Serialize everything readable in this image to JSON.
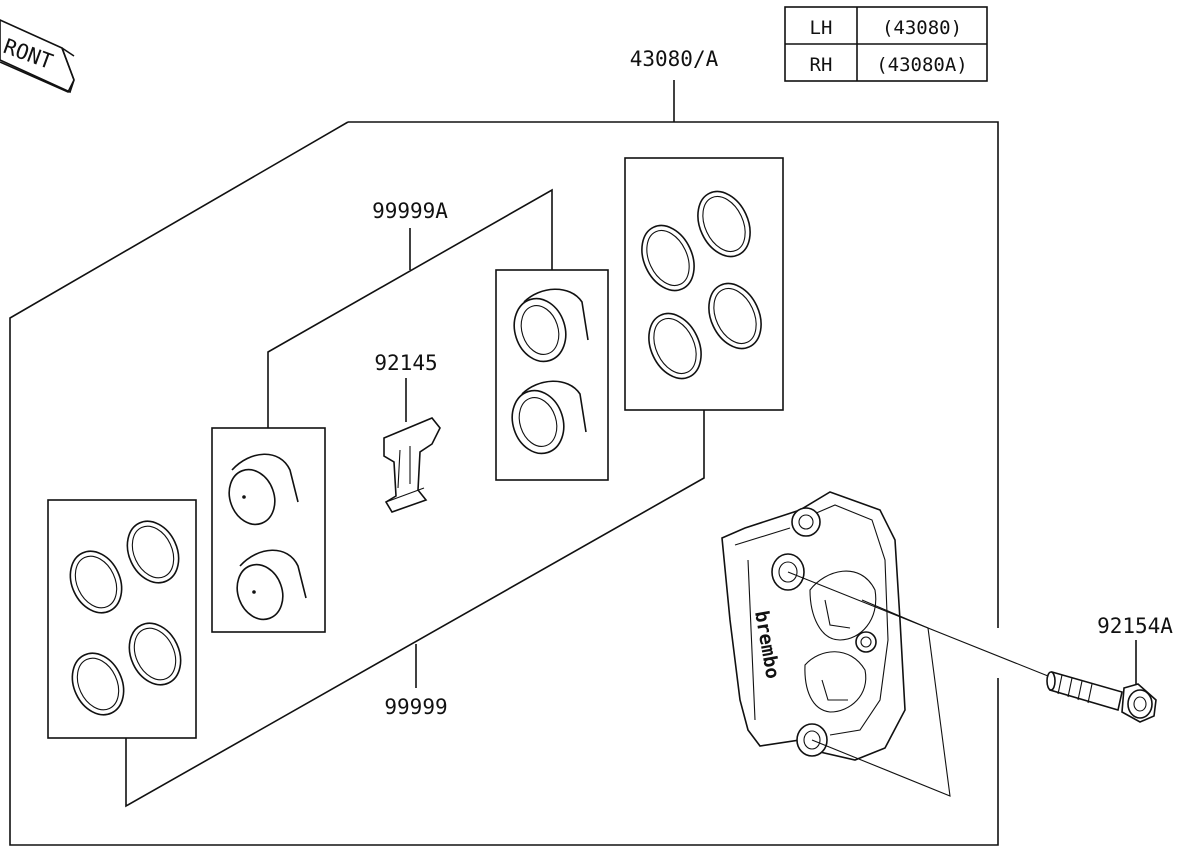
{
  "front_badge": "RONT",
  "variant_table": [
    {
      "side": "LH",
      "part": "(43080)"
    },
    {
      "side": "RH",
      "part": "(43080A)"
    }
  ],
  "callouts": {
    "caliper_assy": "43080/A",
    "seal_kit_a": "99999A",
    "pad_spring": "92145",
    "seal_kit": "99999",
    "bolt": "92154A"
  },
  "caliper_logo": "brembo"
}
